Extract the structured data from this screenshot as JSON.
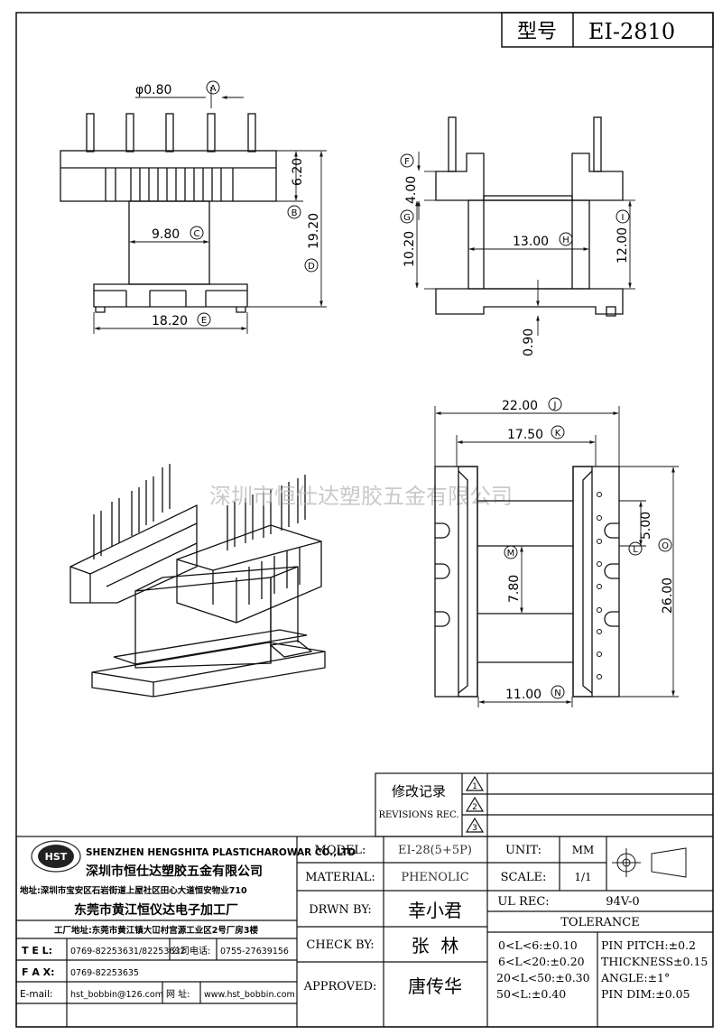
{
  "title_block": {
    "model_label": "型号",
    "model_value": "EI-2810"
  },
  "dimensions": {
    "A": {
      "value": "φ0.80",
      "tag": "A"
    },
    "B": {
      "value": "6.20",
      "tag": "B"
    },
    "C": {
      "value": "9.80",
      "tag": "C"
    },
    "D": {
      "value": "19.20",
      "tag": "D"
    },
    "E": {
      "value": "18.20",
      "tag": "E"
    },
    "F": {
      "value": "4.00",
      "tag": "F"
    },
    "G": {
      "value": "10.20",
      "tag": "G"
    },
    "H": {
      "value": "13.00",
      "tag": "H"
    },
    "I": {
      "value": "12.00",
      "tag": "I"
    },
    "pin_offset": {
      "value": "0.90"
    },
    "J": {
      "value": "22.00",
      "tag": "J"
    },
    "K": {
      "value": "17.50",
      "tag": "K"
    },
    "L": {
      "value": "5.00",
      "tag": "L"
    },
    "M": {
      "value": "7.80",
      "tag": "M"
    },
    "N": {
      "value": "11.00",
      "tag": "N"
    },
    "O": {
      "value": "26.00",
      "tag": "O"
    }
  },
  "watermark": "深圳市恒仕达塑胶五金有限公司",
  "revisions": {
    "label_cn": "修改记录",
    "label_en": "REVISIONS REC.",
    "marks": [
      "1",
      "2",
      "3"
    ]
  },
  "company": {
    "logo_text": "HST",
    "name_en": "SHENZHEN HENGSHITA PLASTICHAROWAR CO.,LTD",
    "name_cn": "深圳市恒仕达塑胶五金有限公司",
    "address_sz": "地址:深圳市宝安区石岩街道上屋社区田心大道恒安物业710",
    "factory_cn": "东莞市黄江恒仪达电子加工厂",
    "factory_addr": "工厂地址:东莞市黄江镇大冚村宫源工业区2号厂房3楼",
    "tel_label": "T E L:",
    "tel": "0769-82253631/82253632",
    "company_phone_label": "公司电话:",
    "company_phone": "0755-27639156",
    "fax_label": "F A X:",
    "fax": "0769-82253635",
    "email_label": "E-mail:",
    "email": "hst_bobbin@126.com",
    "web_label": "网 址:",
    "web": "www.hst_bobbin.com"
  },
  "spec": {
    "model_label": "MODEL:",
    "model": "EI-28(5+5P)",
    "material_label": "MATERIAL:",
    "material": "PHENOLIC",
    "drawn_label": "DRWN BY:",
    "drawn": "幸小君",
    "check_label": "CHECK BY:",
    "check": "张  林",
    "approved_label": "APPROVED:",
    "approved": "唐传华",
    "unit_label": "UNIT:",
    "unit": "MM",
    "scale_label": "SCALE:",
    "scale": "1/1",
    "ul_label": "UL REC:",
    "ul": "94V-0",
    "tolerance_label": "TOLERANCE",
    "tol_left": [
      "0<L<6:±0.10",
      "6<L<20:±0.20",
      "20<L<50:±0.30",
      "50<L:±0.40"
    ],
    "tol_right": [
      "PIN PITCH:±0.2",
      "THICKNESS±0.15",
      "ANGLE:±1°",
      "PIN DIM:±0.05"
    ]
  }
}
